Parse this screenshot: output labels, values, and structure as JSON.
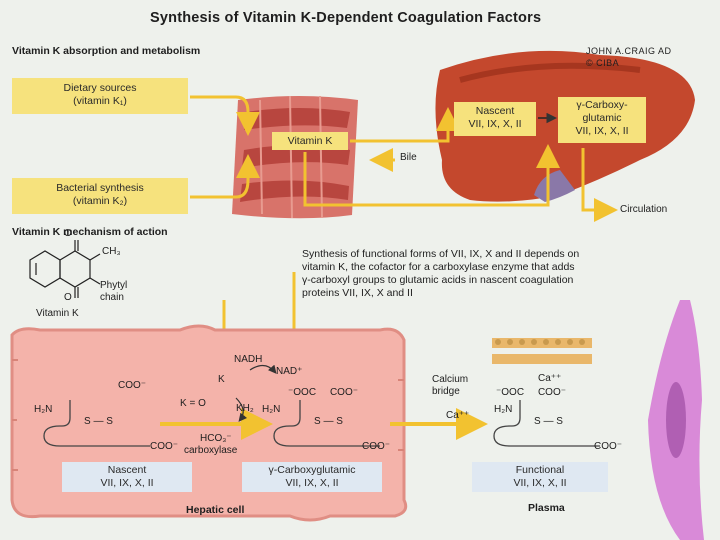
{
  "title": "Synthesis of Vitamin K-Dependent Coagulation Factors",
  "credit": {
    "name": "JOHN A.CRAIG AD",
    "copyright": "© CIBA"
  },
  "absorption": {
    "heading": "Vitamin K absorption and metabolism",
    "dietary": {
      "line1": "Dietary sources",
      "line2": "(vitamin K₁)"
    },
    "bacterial": {
      "line1": "Bacterial synthesis",
      "line2": "(vitamin K₂)"
    },
    "vitamin_k": "Vitamin K",
    "bile": "Bile",
    "circulation": "Circulation",
    "nascent": {
      "line1": "Nascent",
      "line2": "VII, IX, X, II"
    },
    "carboxy": {
      "line1": "γ-Carboxy-",
      "line2": "glutamic",
      "line3": "VII, IX, X, II"
    }
  },
  "mechanism": {
    "heading": "Vitamin K mechanism of action",
    "structure": {
      "ch3": "CH₃",
      "phytyl1": "Phytyl",
      "phytyl2": "chain",
      "name": "Vitamin K",
      "o_top": "O",
      "o_bottom": "O"
    },
    "description": [
      "Synthesis of functional forms of VII, IX, X and II depends on",
      "vitamin K, the cofactor for a carboxylase enzyme that adds",
      "γ-carboxyl groups to glutamic acids in nascent coagulation",
      "proteins VII, IX, X and II"
    ],
    "hepatic_cell": "Hepatic cell",
    "plasma": "Plasma",
    "cycle": {
      "nadh": "NADH",
      "nad": "NAD⁺",
      "k": "K",
      "k_o": "K = O",
      "kh2": "KH₂",
      "hco3": "HCO₃⁻",
      "carboxylase": "carboxylase"
    },
    "nascent_mol": {
      "coo": "COO⁻",
      "h2n": "H₂N",
      "ss": "S — S",
      "coo2": "COO⁻"
    },
    "carboxy_mol": {
      "coo_pair": "⁻OOC     COO⁻",
      "h2n": "H₂N",
      "ss": "S — S",
      "coo2": "COO⁻"
    },
    "calcium": {
      "line1": "Calcium",
      "line2": "bridge",
      "ca": "Ca⁺⁺"
    },
    "functional_mol": {
      "ca": "Ca⁺⁺",
      "coo_pair": "⁻OOC     COO⁻",
      "h2n": "H₂N",
      "ss": "S — S",
      "coo2": "COO⁻"
    },
    "labels": {
      "nascent": {
        "line1": "Nascent",
        "line2": "VII, IX, X, II"
      },
      "carboxy": {
        "line1": "γ-Carboxyglutamic",
        "line2": "VII, IX, X, II"
      },
      "functional": {
        "line1": "Functional",
        "line2": "VII, IX, X, II"
      }
    }
  },
  "colors": {
    "yellow_box": "#f6e27d",
    "arrow": "#f2c230",
    "hepatic": "#f4b3aa",
    "liver": "#c4482d",
    "intestine": "#d8736a",
    "label_box": "#dfe8f2",
    "cell_right": "#d98ad8"
  }
}
